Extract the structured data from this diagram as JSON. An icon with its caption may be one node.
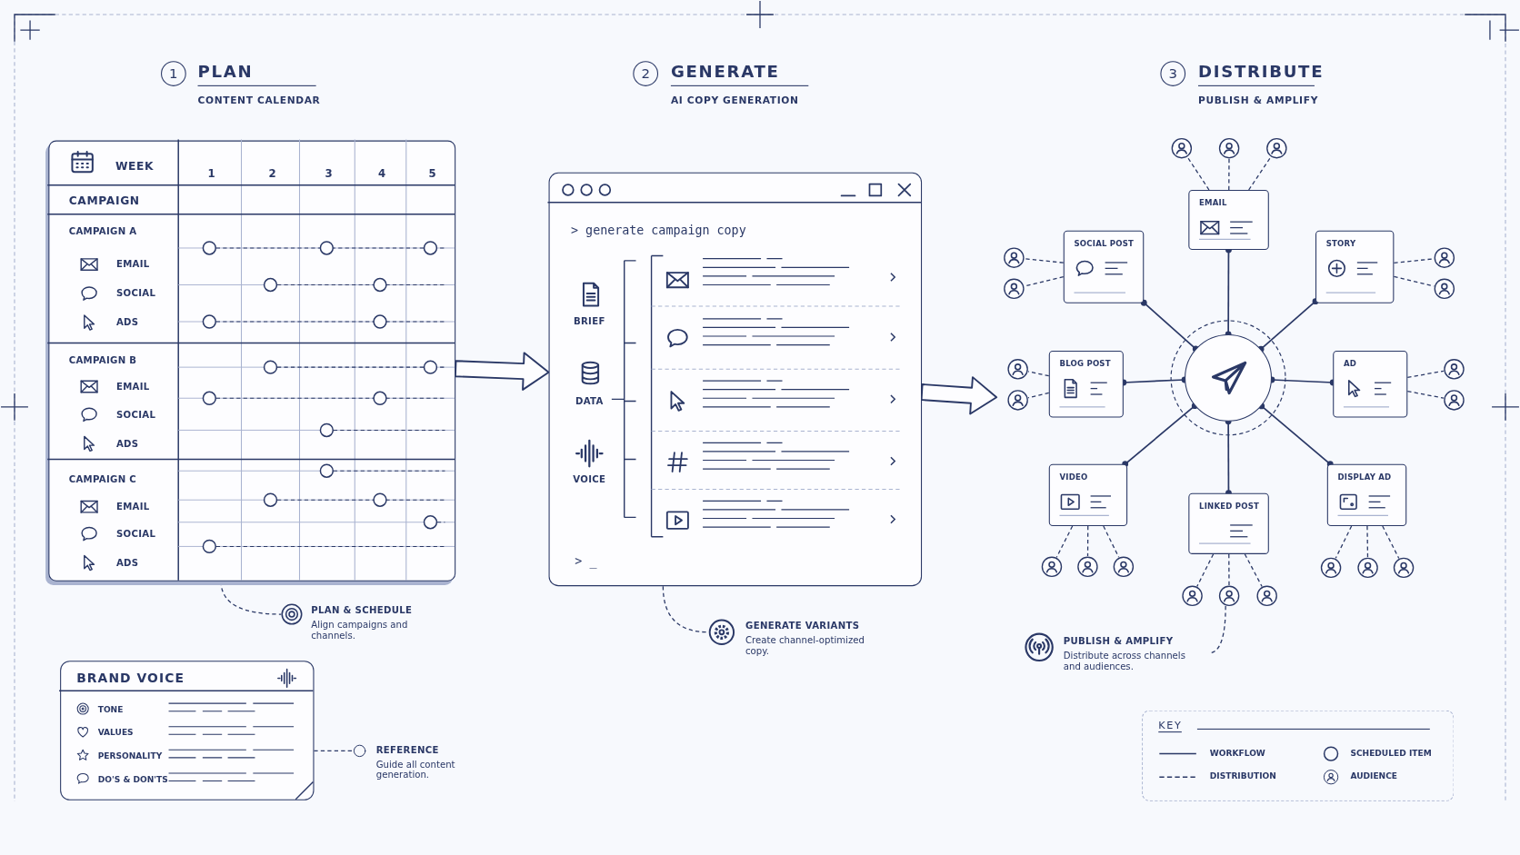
{
  "diagram": {
    "nodes": [
      {
        "text": [
          "WEEK",
          "1",
          "2",
          "3",
          "4",
          "5",
          "CAMPAIGN",
          "CAMPAIGN A",
          "EMAIL",
          "SOCIAL",
          "ADS",
          "CAMPAIGN B",
          "EMAIL",
          "SOCIAL",
          "ADS",
          "CAMPAIGN C",
          "EMAIL",
          "SOCIAL",
          "ADS"
        ]
      },
      {
        "text": [
          "PLAN & SCHEDULE",
          "Align campaigns and channels."
        ]
      },
      {
        "text": [
          "BRAND VOICE",
          "TONE",
          "VALUES",
          "PERSONALITY",
          "DO'S & DON'TS"
        ]
      },
      {
        "text": [
          "REFERENCE",
          "Guide all content generation."
        ]
      },
      {
        "text": [
          "> generate campaign copy",
          "BRIEF",
          "DATA",
          "VOICE",
          "> _"
        ]
      },
      {
        "text": [
          "GENERATE VARIANTS",
          "Create channel-optimized copy."
        ]
      },
      {
        "text": [],
        "shape": "circle"
      },
      {
        "text": [
          "EMAIL"
        ]
      },
      {
        "text": [
          "SOCIAL POST"
        ]
      },
      {
        "text": [
          "STORY"
        ]
      },
      {
        "text": [
          "BLOG POST"
        ]
      },
      {
        "text": [
          "AD"
        ]
      },
      {
        "text": [
          "VIDEO"
        ]
      },
      {
        "text": [
          "DISPLAY AD"
        ]
      },
      {
        "text": [
          "LINKED POST"
        ]
      },
      {
        "text": [],
        "shape": "person"
      },
      {
        "text": [],
        "shape": "person"
      },
      {
        "text": [],
        "shape": "person"
      },
      {
        "text": [],
        "shape": "person"
      },
      {
        "text": [],
        "shape": "person"
      },
      {
        "text": [],
        "shape": "person"
      },
      {
        "text": [],
        "shape": "person"
      },
      {
        "text": [],
        "shape": "person"
      },
      {
        "text": [],
        "shape": "person"
      },
      {
        "text": [],
        "shape": "person"
      },
      {
        "text": [],
        "shape": "person"
      },
      {
        "text": [],
        "shape": "person"
      },
      {
        "text": [],
        "shape": "person"
      },
      {
        "text": [],
        "shape": "person"
      },
      {
        "text": [],
        "shape": "person"
      },
      {
        "text": [],
        "shape": "person"
      },
      {
        "text": [],
        "shape": "person"
      },
      {
        "text": [],
        "shape": "person"
      },
      {
        "text": [],
        "shape": "person"
      },
      {
        "text": [],
        "shape": "person"
      },
      {
        "text": [
          "PUBLISH & AMPLIFY",
          "Distribute across channels and audiences."
        ]
      }
    ],
    "edges": [
      {
        "from": 0,
        "to": 4,
        "arrow": "to",
        "style": "thick"
      },
      {
        "from": 4,
        "to": null,
        "arrow": "to",
        "style": "thick"
      },
      {
        "from": 0,
        "to": 1,
        "arrow": "none",
        "style": "dashed"
      },
      {
        "from": 2,
        "to": 3,
        "arrow": "none",
        "style": "dashed"
      },
      {
        "from": 4,
        "to": 5,
        "arrow": "none",
        "style": "dashed"
      },
      {
        "from": 6,
        "to": 7,
        "arrow": "other"
      },
      {
        "from": 6,
        "to": 8,
        "arrow": "other"
      },
      {
        "from": 6,
        "to": 9,
        "arrow": "other"
      },
      {
        "from": 6,
        "to": 10,
        "arrow": "other"
      },
      {
        "from": 6,
        "to": 11,
        "arrow": "other"
      },
      {
        "from": 6,
        "to": 12,
        "arrow": "other"
      },
      {
        "from": 6,
        "to": 13,
        "arrow": "other"
      },
      {
        "from": 6,
        "to": 14,
        "arrow": "other"
      },
      {
        "from": 7,
        "to": 15,
        "arrow": "none",
        "style": "dashed"
      },
      {
        "from": 7,
        "to": 16,
        "arrow": "none",
        "style": "dashed"
      },
      {
        "from": 7,
        "to": 17,
        "arrow": "none",
        "style": "dashed"
      },
      {
        "from": 8,
        "to": 18,
        "arrow": "none",
        "style": "dashed"
      },
      {
        "from": 8,
        "to": 19,
        "arrow": "none",
        "style": "dashed"
      },
      {
        "from": 9,
        "to": 20,
        "arrow": "none",
        "style": "dashed"
      },
      {
        "from": 9,
        "to": 21,
        "arrow": "none",
        "style": "dashed"
      },
      {
        "from": 10,
        "to": 22,
        "arrow": "none",
        "style": "dashed"
      },
      {
        "from": 10,
        "to": 23,
        "arrow": "none",
        "style": "dashed"
      },
      {
        "from": 11,
        "to": 24,
        "arrow": "none",
        "style": "dashed"
      },
      {
        "from": 11,
        "to": 25,
        "arrow": "none",
        "style": "dashed"
      },
      {
        "from": 12,
        "to": 26,
        "arrow": "none",
        "style": "dashed"
      },
      {
        "from": 12,
        "to": 27,
        "arrow": "none",
        "style": "dashed"
      },
      {
        "from": 12,
        "to": 28,
        "arrow": "none",
        "style": "dashed"
      },
      {
        "from": 13,
        "to": 29,
        "arrow": "none",
        "style": "dashed"
      },
      {
        "from": 13,
        "to": 30,
        "arrow": "none",
        "style": "dashed"
      },
      {
        "from": 13,
        "to": 31,
        "arrow": "none",
        "style": "dashed"
      },
      {
        "from": 14,
        "to": 32,
        "arrow": "none",
        "style": "dashed"
      },
      {
        "from": 14,
        "to": 33,
        "arrow": "none",
        "style": "dashed"
      },
      {
        "from": 14,
        "to": 34,
        "arrow": "none",
        "style": "dashed"
      },
      {
        "from": 33,
        "to": 35,
        "arrow": "none",
        "style": "dashed"
      }
    ],
    "labels": [
      "1",
      "PLAN",
      "CONTENT CALENDAR",
      "2",
      "GENERATE",
      "AI COPY GENERATION",
      "3",
      "DISTRIBUTE",
      "PUBLISH & AMPLIFY",
      "KEY"
    ],
    "legend": [
      {
        "text": "WORKFLOW"
      },
      {
        "text": "DISTRIBUTION"
      },
      {
        "text": "SCHEDULED ITEM"
      },
      {
        "text": "AUDIENCE"
      }
    ]
  }
}
